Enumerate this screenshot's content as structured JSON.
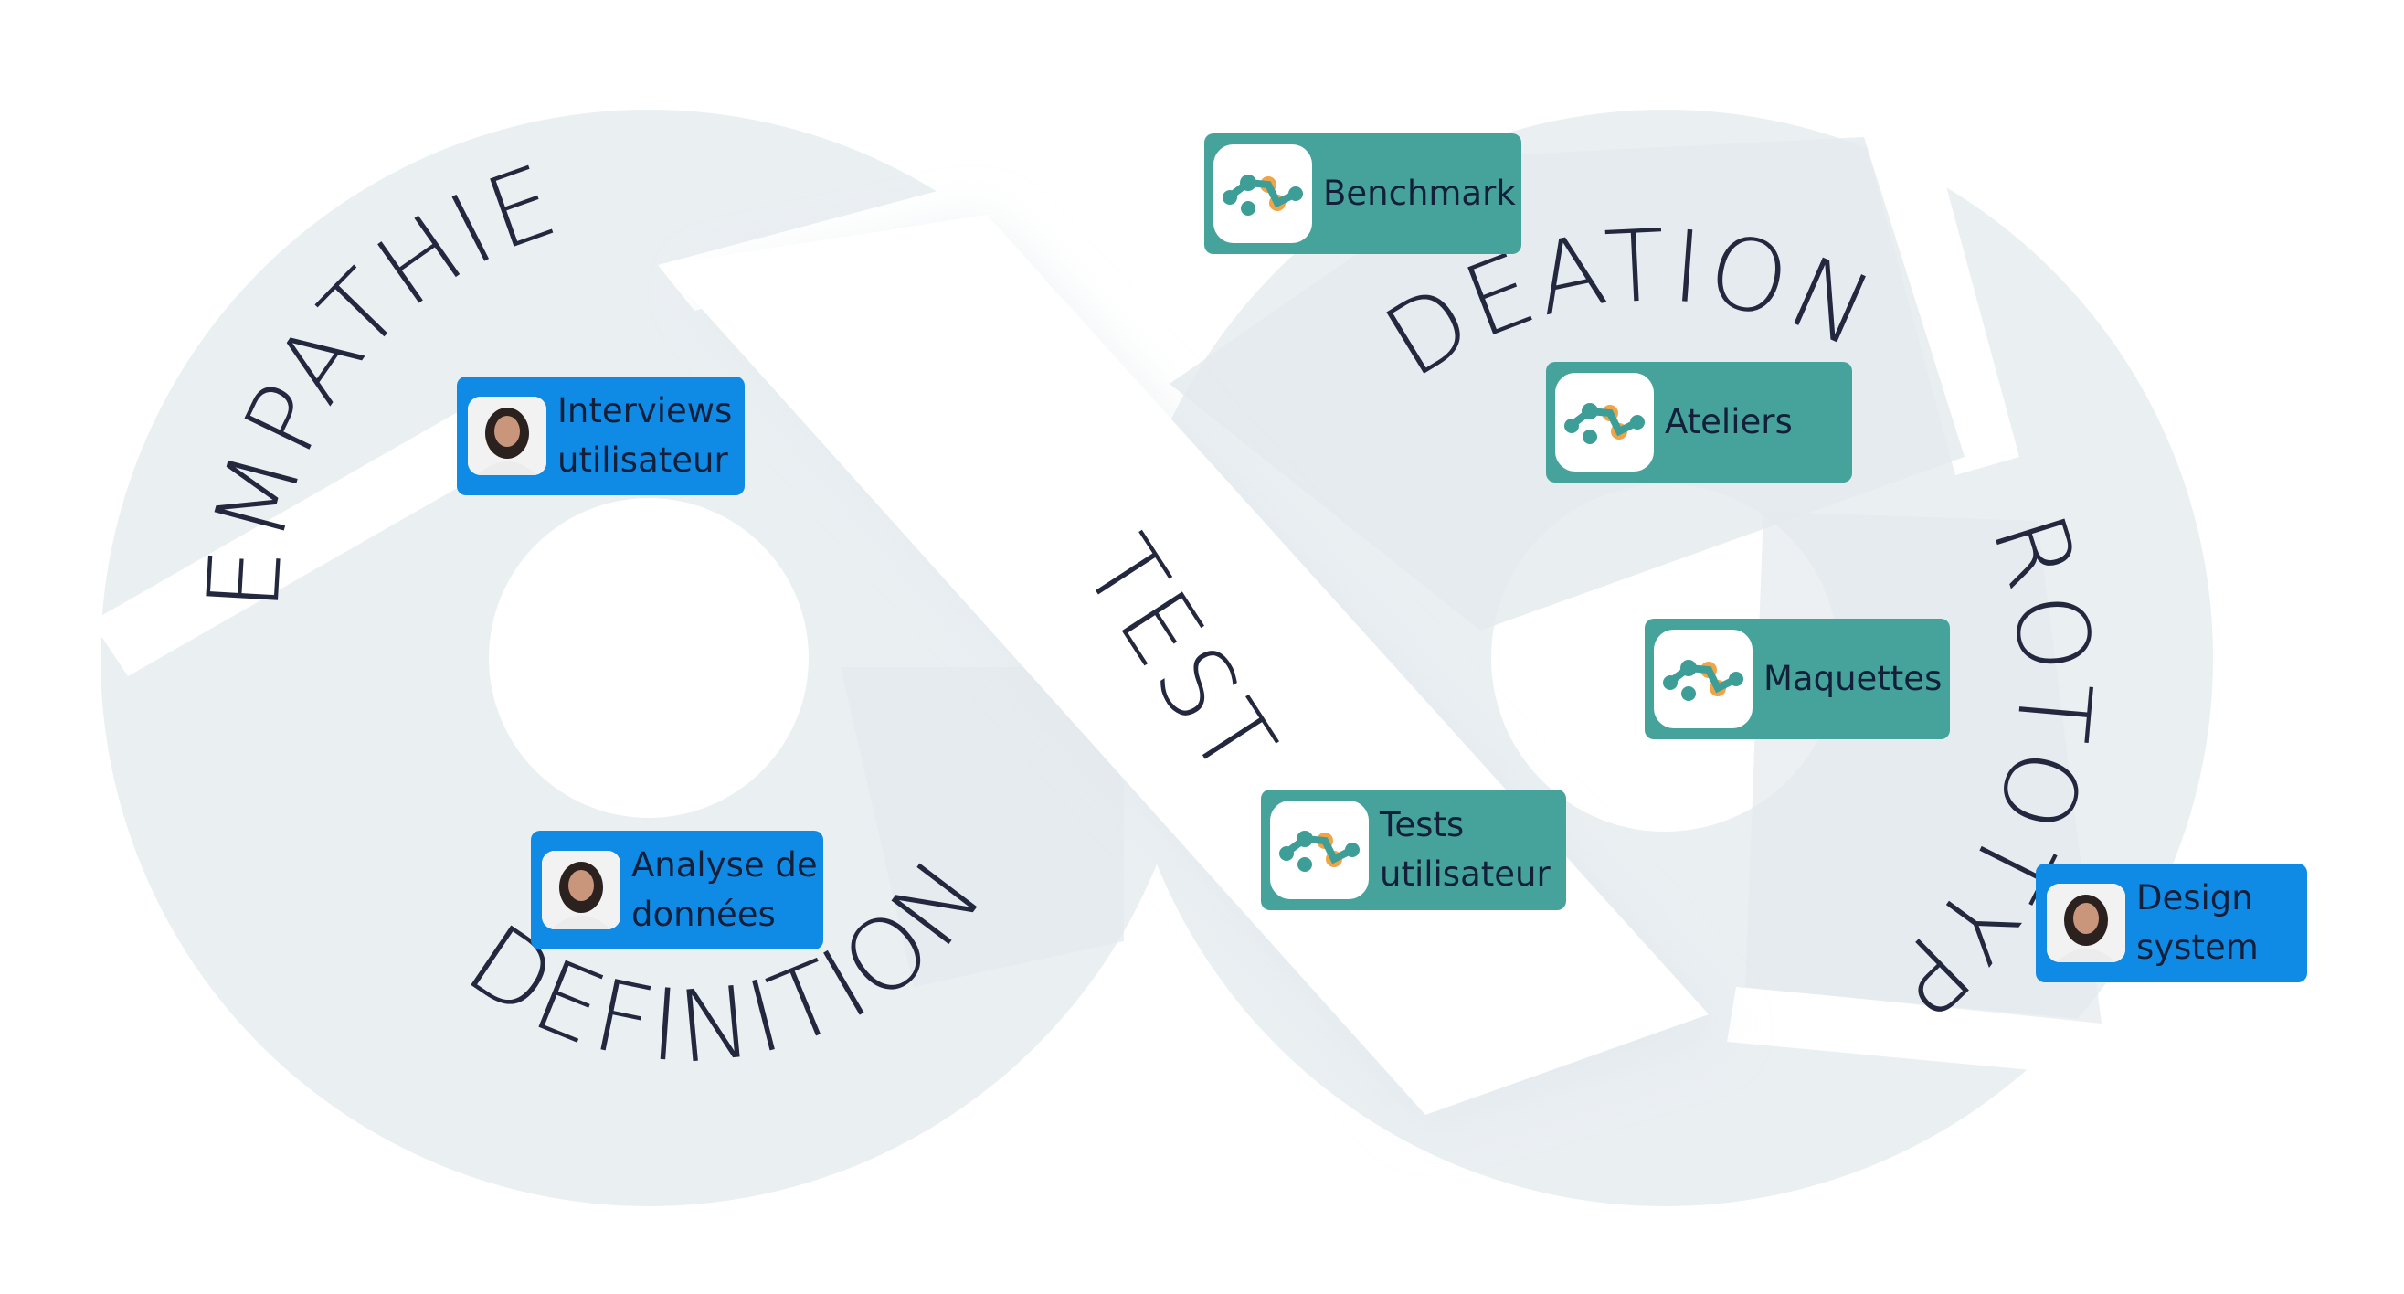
{
  "phases": {
    "empathie": "EMPATHIE",
    "definition": "DEFINITION",
    "ideation": "IDEATION",
    "prototype": "PROTOTYPE",
    "test": "TEST"
  },
  "cards": {
    "interviews": {
      "label": "Interviews\nutilisateur",
      "icon": "person-avatar-icon",
      "color": "#0f8be6"
    },
    "analyse": {
      "label": "Analyse de\ndonnées",
      "icon": "person-avatar-icon",
      "color": "#0f8be6"
    },
    "benchmark": {
      "label": "Benchmark",
      "icon": "molecule-logo-icon",
      "color": "#45a39c"
    },
    "ateliers": {
      "label": "Ateliers",
      "icon": "molecule-logo-icon",
      "color": "#45a39c"
    },
    "maquettes": {
      "label": "Maquettes",
      "icon": "molecule-logo-icon",
      "color": "#45a39c"
    },
    "tests": {
      "label": "Tests\nutilisateur",
      "icon": "molecule-logo-icon",
      "color": "#45a39c"
    },
    "design": {
      "label": "Design\nsystem",
      "icon": "person-avatar-icon",
      "color": "#0f8be6"
    }
  },
  "colors": {
    "ring": "#eaeff2",
    "ring_shadow": "#e3e9ed",
    "band": "#ffffff",
    "text": "#23283f",
    "teal": "#45a39c",
    "blue": "#0f8be6",
    "logo_teal": "#3d9e97",
    "logo_orange": "#f0a445"
  }
}
